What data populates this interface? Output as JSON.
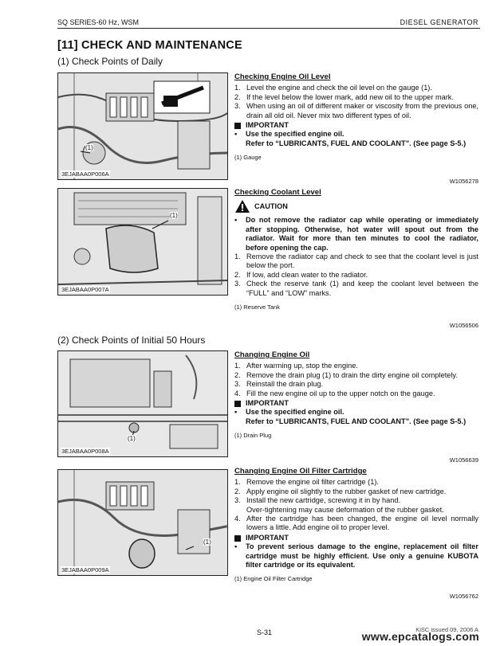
{
  "header": {
    "left": "SQ SERIES-60 Hz, WSM",
    "right": "DIESEL  GENERATOR"
  },
  "section_title": "[11] CHECK  AND  MAINTENANCE",
  "daily": {
    "heading": "(1)   Check Points of Daily",
    "oil": {
      "figure_code": "3EJABAA0P006A",
      "callout": "(1)",
      "title": "Checking Engine Oil Level",
      "steps": [
        {
          "n": "1.",
          "t": "Level the engine and check the oil level on the gauge (1)."
        },
        {
          "n": "2.",
          "t": "If the level below the lower mark, add new oil to the upper mark."
        },
        {
          "n": "3.",
          "t": "When using an oil of different maker or viscosity from the previous one, drain all old oil.  Never mix two different types of oil."
        }
      ],
      "important_label": "IMPORTANT",
      "important": [
        "Use the specified engine oil.\nRefer to “LUBRICANTS, FUEL AND COOLANT”. (See page S-5.)"
      ],
      "note": "(1)  Gauge",
      "code": "W1056278"
    },
    "coolant": {
      "figure_code": "3EJABAA0P007A",
      "callout": "(1)",
      "title": "Checking Coolant Level",
      "caution_label": "CAUTION",
      "caution": [
        "Do not remove the radiator cap while operating or immediately after stopping. Otherwise, hot water will spout out from the radiator.  Wait for more than ten minutes to cool the radiator, before opening the cap."
      ],
      "steps": [
        {
          "n": "1.",
          "t": "Remove the radiator cap and check to see that the coolant level is just below the port."
        },
        {
          "n": "2.",
          "t": "If low, add clean water to the radiator."
        },
        {
          "n": "3.",
          "t": "Check the reserve tank (1) and keep the coolant level between the “FULL” and “LOW” marks."
        }
      ],
      "note": "(1)  Reserve Tank",
      "code": "W1056506"
    }
  },
  "initial": {
    "heading": "(2)   Check Points of Initial 50 Hours",
    "change_oil": {
      "figure_code": "3EJABAA0P008A",
      "callout": "(1)",
      "title": "Changing Engine Oil",
      "steps": [
        {
          "n": "1.",
          "t": "After warming up, stop the engine."
        },
        {
          "n": "2.",
          "t": "Remove the drain plug (1) to drain the dirty engine oil completely."
        },
        {
          "n": "3.",
          "t": "Reinstall the drain plug."
        },
        {
          "n": "4.",
          "t": "Fill the new engine oil up to the upper notch on the gauge."
        }
      ],
      "important_label": "IMPORTANT",
      "important": [
        "Use the specified engine oil.\nRefer to “LUBRICANTS, FUEL AND COOLANT”. (See page S-5.)"
      ],
      "note": "(1)  Drain Plug",
      "code": "W1056639"
    },
    "filter": {
      "figure_code": "3EJABAA0P009A",
      "callout": "(1)",
      "title": "Changing Engine Oil Filter Cartridge",
      "steps": [
        {
          "n": "1.",
          "t": "Remove the engine oil filter cartridge (1)."
        },
        {
          "n": "2.",
          "t": "Apply engine oil slightly to the rubber gasket of new cartridge."
        },
        {
          "n": "3.",
          "t": "Install the new cartridge, screwing it in by hand.\nOver-tightening may cause deformation of the rubber gasket."
        },
        {
          "n": "4.",
          "t": "After the cartridge has been changed, the engine oil level normally lowers a little.  Add engine oil to proper level."
        }
      ],
      "important_label": "IMPORTANT",
      "important": [
        "To prevent serious damage to the engine, replacement oil filter cartridge must be highly efficient.  Use only a genuine KUBOTA filter cartridge or its equivalent."
      ],
      "note": "(1)  Engine Oil Filter Cartridge",
      "code": "W1056762"
    }
  },
  "footer": {
    "page": "S-31",
    "issued": "KiSC issued 09, 2006 A",
    "watermark": "www.epcatalogs.com"
  }
}
